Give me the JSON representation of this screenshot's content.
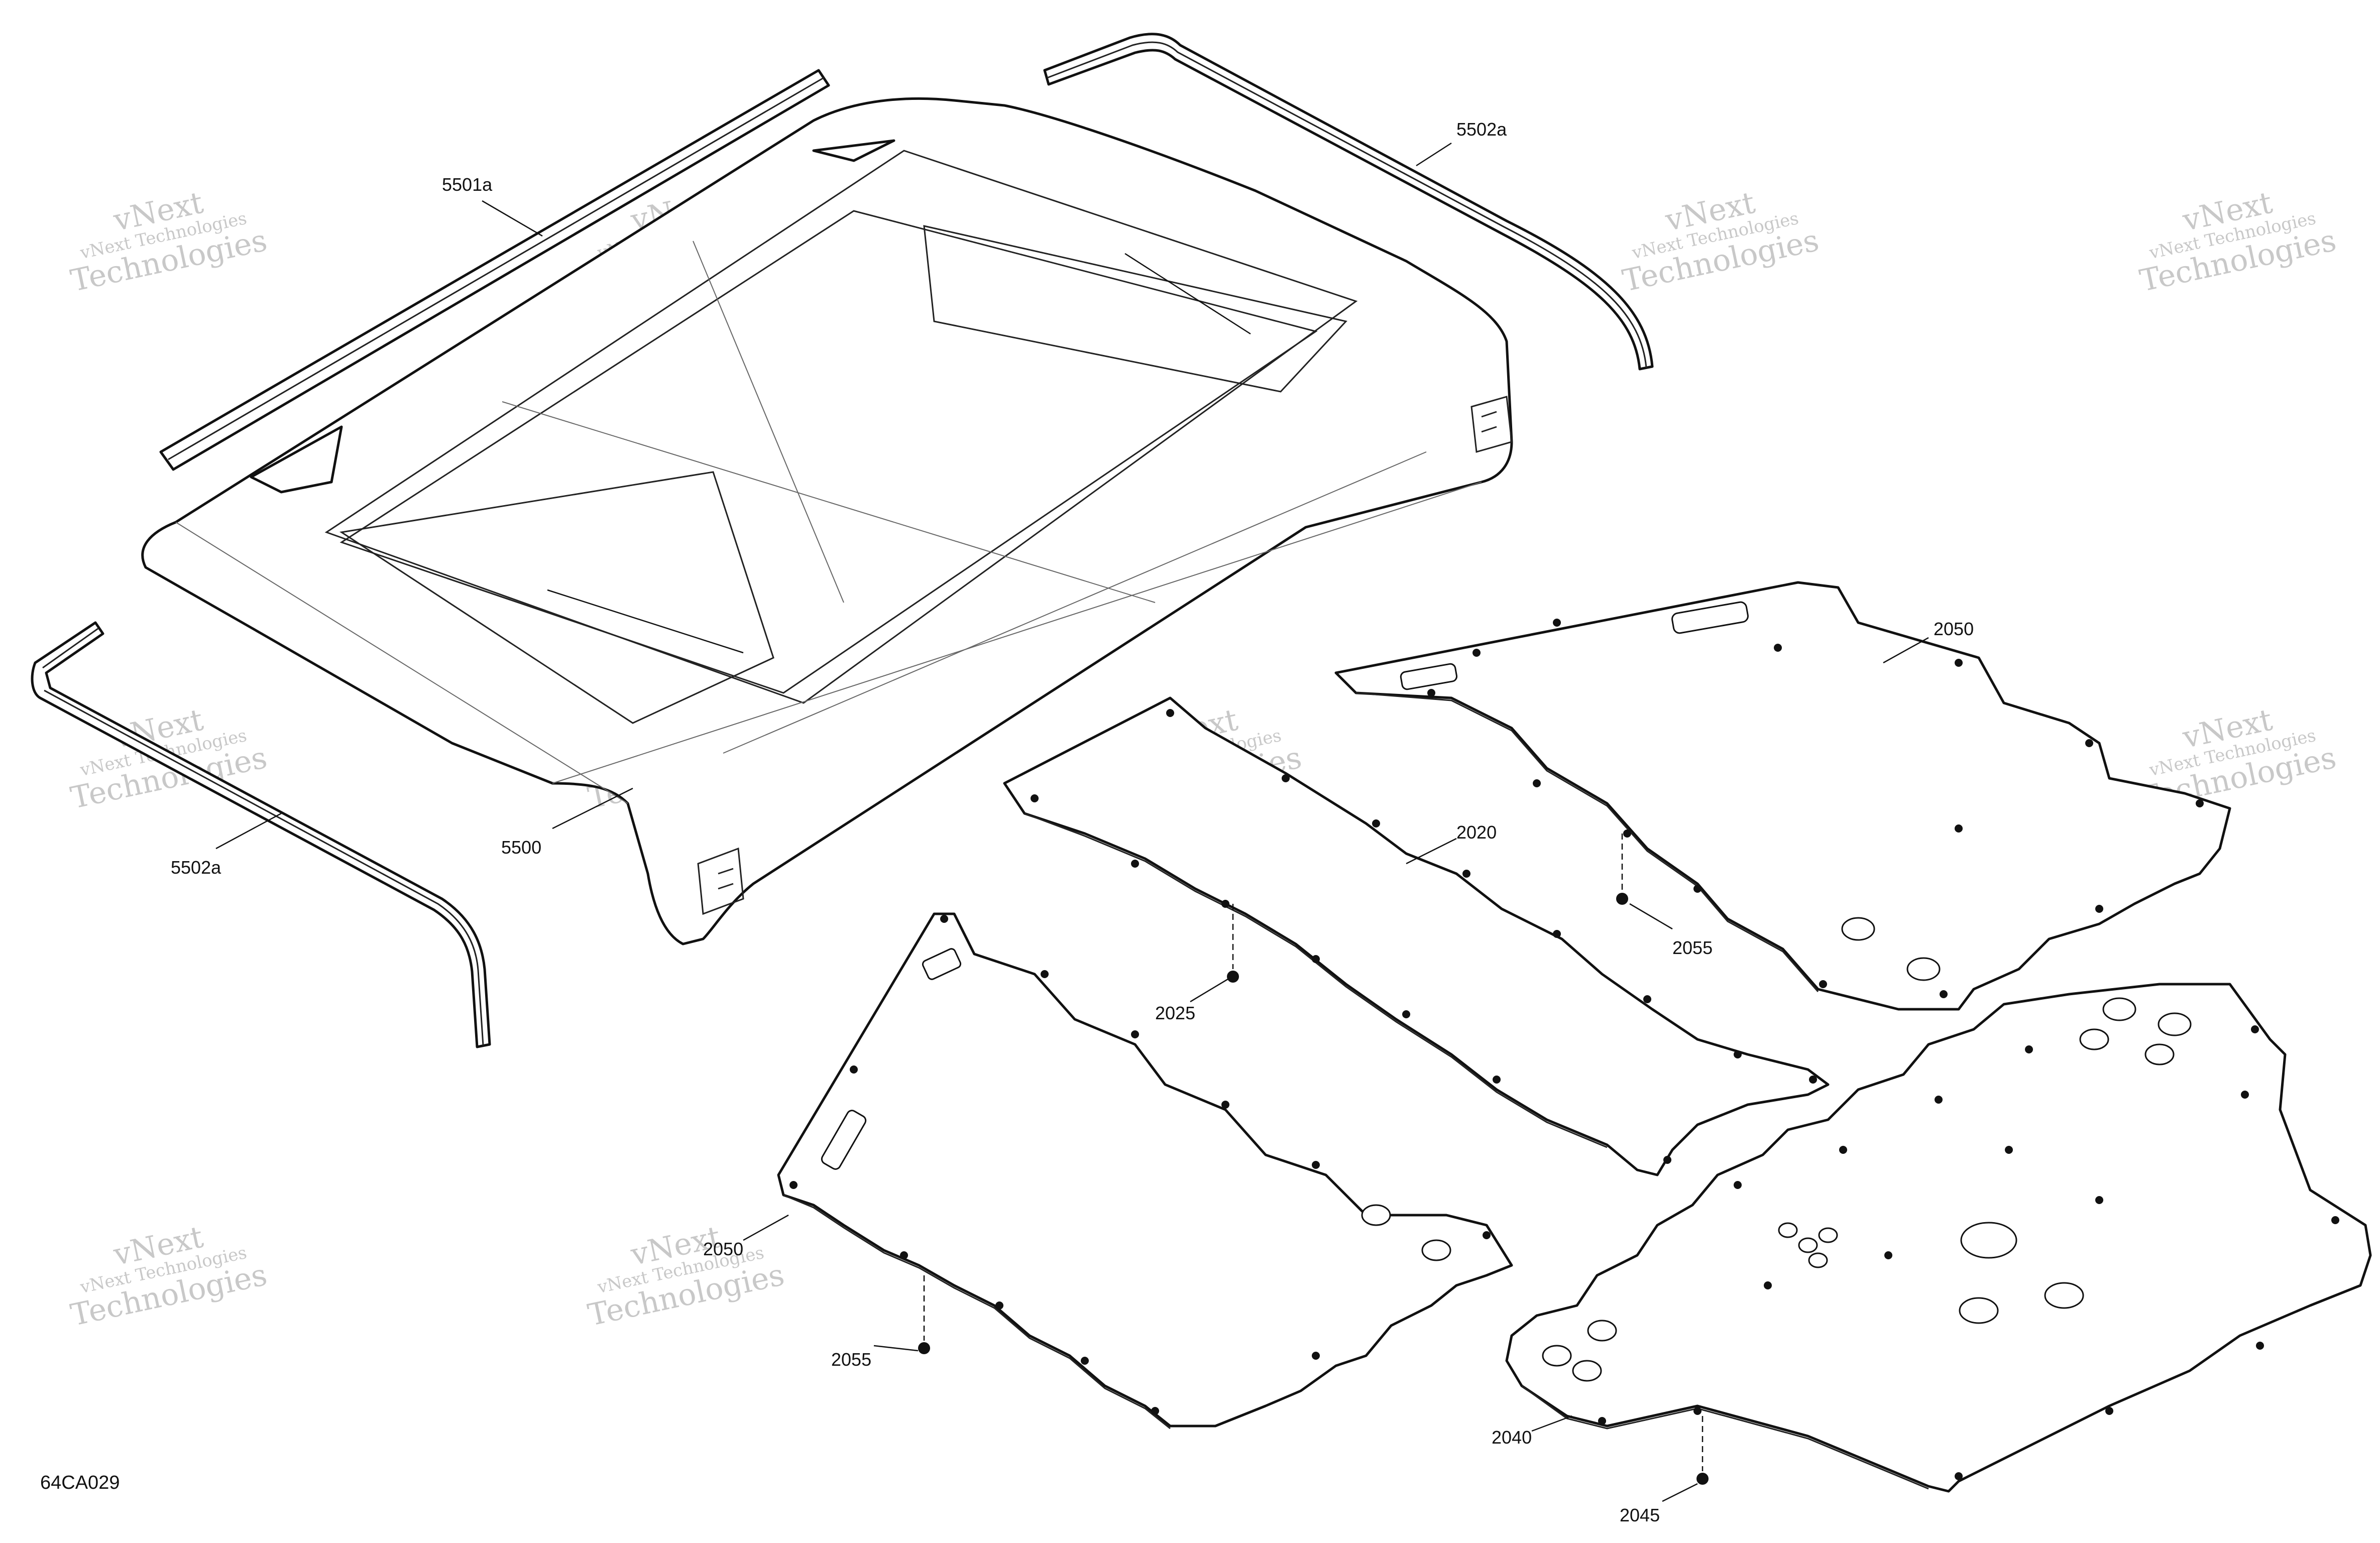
{
  "diagram": {
    "code": "64CA029",
    "watermark": {
      "line1": "vNext Technologies",
      "line2": "vNext",
      "line3": "Technologies"
    },
    "callouts": {
      "c5501a": "5501a",
      "c5502a_top": "5502a",
      "c5502a_left": "5502a",
      "c5500": "5500",
      "c2050_right": "2050",
      "c2050_left": "2050",
      "c2020": "2020",
      "c2055_right": "2055",
      "c2055_left": "2055",
      "c2025": "2025",
      "c2040": "2040",
      "c2045": "2045"
    }
  },
  "colors": {
    "line": "#111111",
    "watermark": "#c8c8c8",
    "background": "#ffffff"
  }
}
